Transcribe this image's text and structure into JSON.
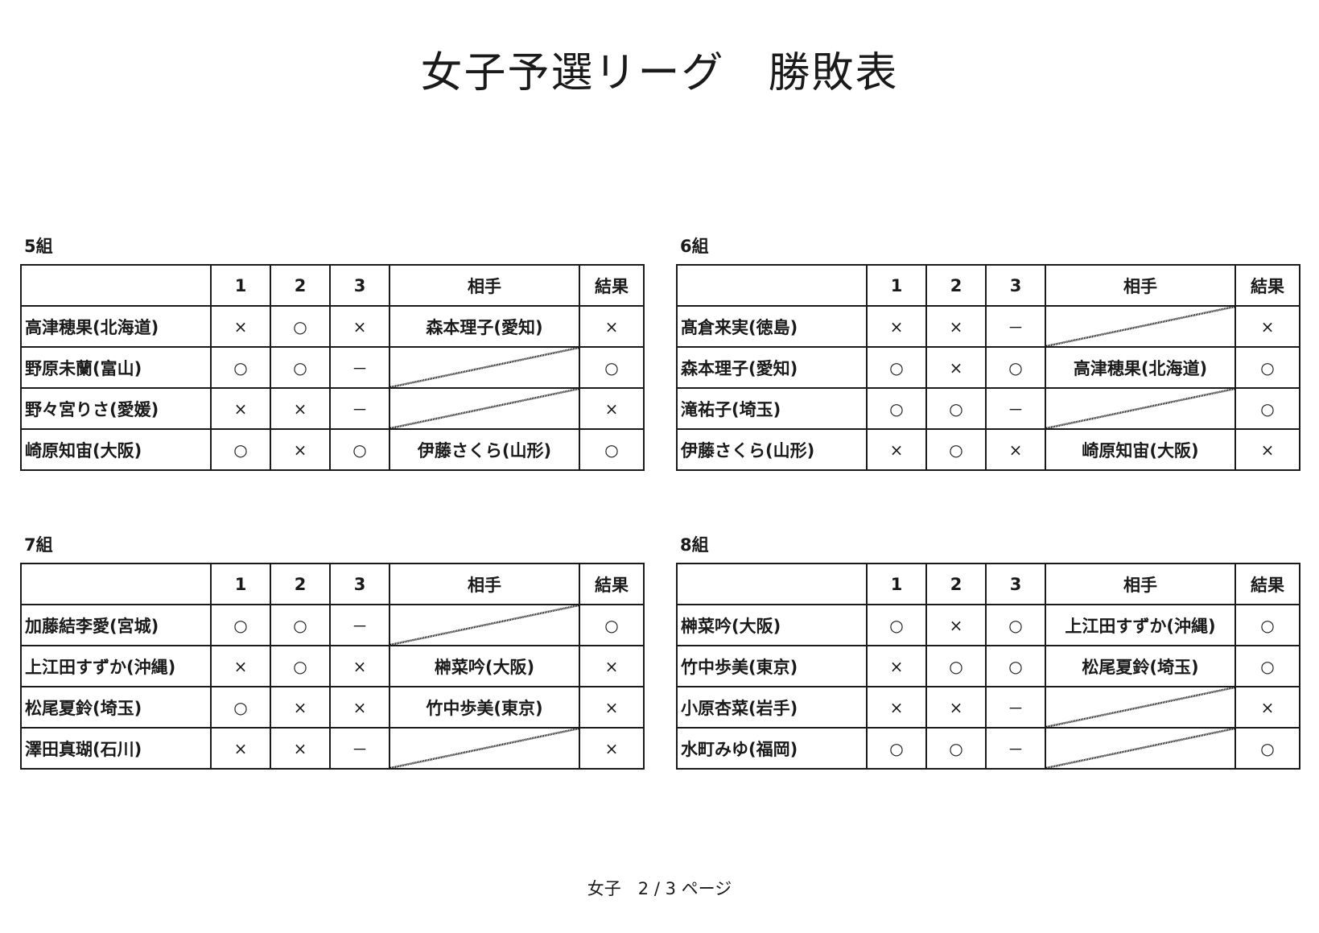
{
  "title": "女子予選リーグ　勝敗表",
  "footer": "女子　2 / 3 ページ",
  "headers": {
    "name": "",
    "m1": "1",
    "m2": "2",
    "m3": "3",
    "opponent": "相手",
    "result": "結果"
  },
  "groups": [
    {
      "label": "5組",
      "rows": [
        {
          "name": "高津穂果(北海道)",
          "m1": "×",
          "m2": "○",
          "m3": "×",
          "opponent": "森本理子(愛知)",
          "result": "×"
        },
        {
          "name": "野原未蘭(富山)",
          "m1": "○",
          "m2": "○",
          "m3": "－",
          "opponent": "",
          "result": "○"
        },
        {
          "name": "野々宮りさ(愛媛)",
          "m1": "×",
          "m2": "×",
          "m3": "－",
          "opponent": "",
          "result": "×"
        },
        {
          "name": "崎原知宙(大阪)",
          "m1": "○",
          "m2": "×",
          "m3": "○",
          "opponent": "伊藤さくら(山形)",
          "result": "○"
        }
      ]
    },
    {
      "label": "6組",
      "rows": [
        {
          "name": "髙倉来実(徳島)",
          "m1": "×",
          "m2": "×",
          "m3": "－",
          "opponent": "",
          "result": "×"
        },
        {
          "name": "森本理子(愛知)",
          "m1": "○",
          "m2": "×",
          "m3": "○",
          "opponent": "高津穂果(北海道)",
          "result": "○"
        },
        {
          "name": "滝祐子(埼玉)",
          "m1": "○",
          "m2": "○",
          "m3": "－",
          "opponent": "",
          "result": "○"
        },
        {
          "name": "伊藤さくら(山形)",
          "m1": "×",
          "m2": "○",
          "m3": "×",
          "opponent": "崎原知宙(大阪)",
          "result": "×"
        }
      ]
    },
    {
      "label": "7組",
      "rows": [
        {
          "name": "加藤結李愛(宮城)",
          "m1": "○",
          "m2": "○",
          "m3": "－",
          "opponent": "",
          "result": "○"
        },
        {
          "name": "上江田すずか(沖縄)",
          "m1": "×",
          "m2": "○",
          "m3": "×",
          "opponent": "榊菜吟(大阪)",
          "result": "×"
        },
        {
          "name": "松尾夏鈴(埼玉)",
          "m1": "○",
          "m2": "×",
          "m3": "×",
          "opponent": "竹中歩美(東京)",
          "result": "×"
        },
        {
          "name": "澤田真瑚(石川)",
          "m1": "×",
          "m2": "×",
          "m3": "－",
          "opponent": "",
          "result": "×"
        }
      ]
    },
    {
      "label": "8組",
      "rows": [
        {
          "name": "榊菜吟(大阪)",
          "m1": "○",
          "m2": "×",
          "m3": "○",
          "opponent": "上江田すずか(沖縄)",
          "result": "○"
        },
        {
          "name": "竹中歩美(東京)",
          "m1": "×",
          "m2": "○",
          "m3": "○",
          "opponent": "松尾夏鈴(埼玉)",
          "result": "○"
        },
        {
          "name": "小原杏菜(岩手)",
          "m1": "×",
          "m2": "×",
          "m3": "－",
          "opponent": "",
          "result": "×"
        },
        {
          "name": "水町みゆ(福岡)",
          "m1": "○",
          "m2": "○",
          "m3": "－",
          "opponent": "",
          "result": "○"
        }
      ]
    }
  ]
}
